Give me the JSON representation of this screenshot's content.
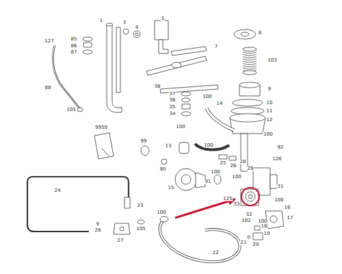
{
  "diagram": {
    "labels": [
      "1",
      "5",
      "3",
      "4",
      "8",
      "127",
      "85",
      "86",
      "87",
      "7",
      "103",
      "88",
      "38",
      "37",
      "36",
      "35",
      "34",
      "100",
      "14",
      "9",
      "10",
      "11",
      "105",
      "12",
      "100",
      "100",
      "9959",
      "92",
      "99",
      "13",
      "100",
      "126",
      "90",
      "25",
      "26",
      "28",
      "100",
      "29",
      "15",
      "91",
      "100",
      "31",
      "24",
      "23",
      "125",
      "33",
      "16",
      "100",
      "32",
      "17",
      "100",
      "102",
      "100",
      "105",
      "28",
      "18",
      "19",
      "27",
      "21",
      "20",
      "22"
    ]
  }
}
